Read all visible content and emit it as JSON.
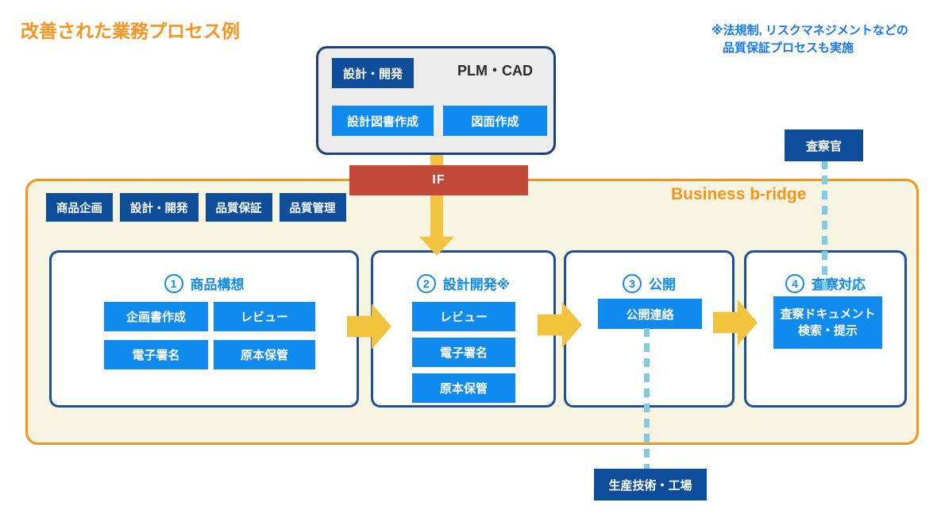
{
  "title": "改善された業務プロセス例",
  "note": {
    "line1": "※法規制, リスクマネジメントなどの",
    "line2": "品質保証プロセスも実施"
  },
  "plm_box": {
    "system_label": "PLM・CAD",
    "dept_badge": "設計・開発",
    "buttons": [
      "設計図書作成",
      "図面作成"
    ]
  },
  "if_connector": {
    "label": "IF"
  },
  "platform": {
    "brand": "Business b-ridge",
    "departments": [
      "商品企画",
      "設計・開発",
      "品質保証",
      "品質管理"
    ],
    "stages": [
      {
        "number": "1",
        "title": "商品構想",
        "buttons": [
          "企画書作成",
          "レビュー",
          "電子署名",
          "原本保管"
        ]
      },
      {
        "number": "2",
        "title": "設計開発※",
        "buttons": [
          "レビュー",
          "電子署名",
          "原本保管"
        ]
      },
      {
        "number": "3",
        "title": "公開",
        "buttons": [
          "公開連絡"
        ]
      },
      {
        "number": "4",
        "title": "査察対応",
        "buttons": [
          "査察ドキュメント\n検索・提示"
        ]
      }
    ]
  },
  "external": {
    "inspector": "査察官",
    "factory": "生産技術・工場"
  },
  "colors": {
    "accent_orange": "#f7941d",
    "bright_blue": "#0f8bf0",
    "dark_blue": "#0d4d99",
    "navy_border": "#1a4080",
    "stage_border": "#1c4f9c",
    "if_red": "#c14a3a",
    "arrow_yellow": "#f2c33d",
    "panel_cream": "#f8f4e2",
    "dashed_blue": "#7fcbe4",
    "note_blue": "#1479f0"
  }
}
